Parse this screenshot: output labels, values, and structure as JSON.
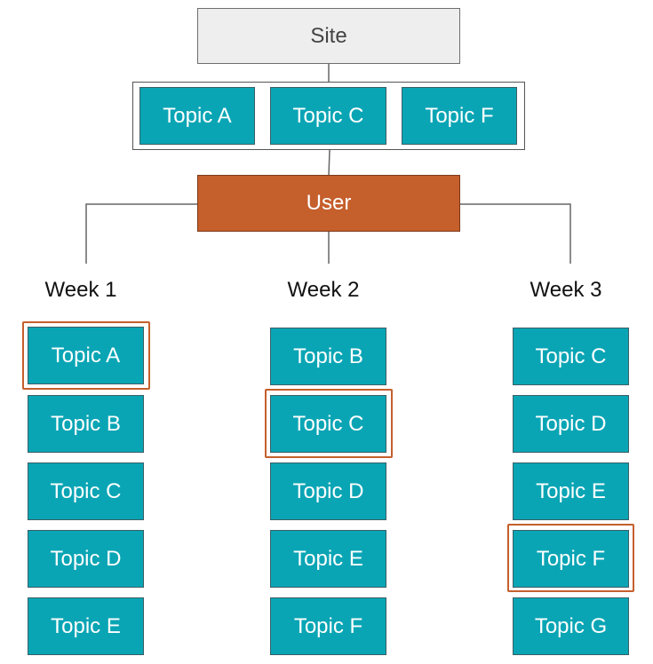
{
  "site": {
    "label": "Site"
  },
  "site_topics": [
    "Topic A",
    "Topic C",
    "Topic F"
  ],
  "user": {
    "label": "User"
  },
  "weeks": [
    {
      "label": "Week 1",
      "topics": [
        "Topic A",
        "Topic B",
        "Topic C",
        "Topic D",
        "Topic E"
      ],
      "highlighted": "Topic A"
    },
    {
      "label": "Week 2",
      "topics": [
        "Topic B",
        "Topic C",
        "Topic D",
        "Topic E",
        "Topic F"
      ],
      "highlighted": "Topic C"
    },
    {
      "label": "Week 3",
      "topics": [
        "Topic C",
        "Topic D",
        "Topic E",
        "Topic F",
        "Topic G"
      ],
      "highlighted": "Topic F"
    }
  ],
  "colors": {
    "topic_fill": "#0aa5b5",
    "user_fill": "#c55f2c",
    "site_fill": "#eeeeee",
    "highlight_border": "#c55f2c"
  }
}
